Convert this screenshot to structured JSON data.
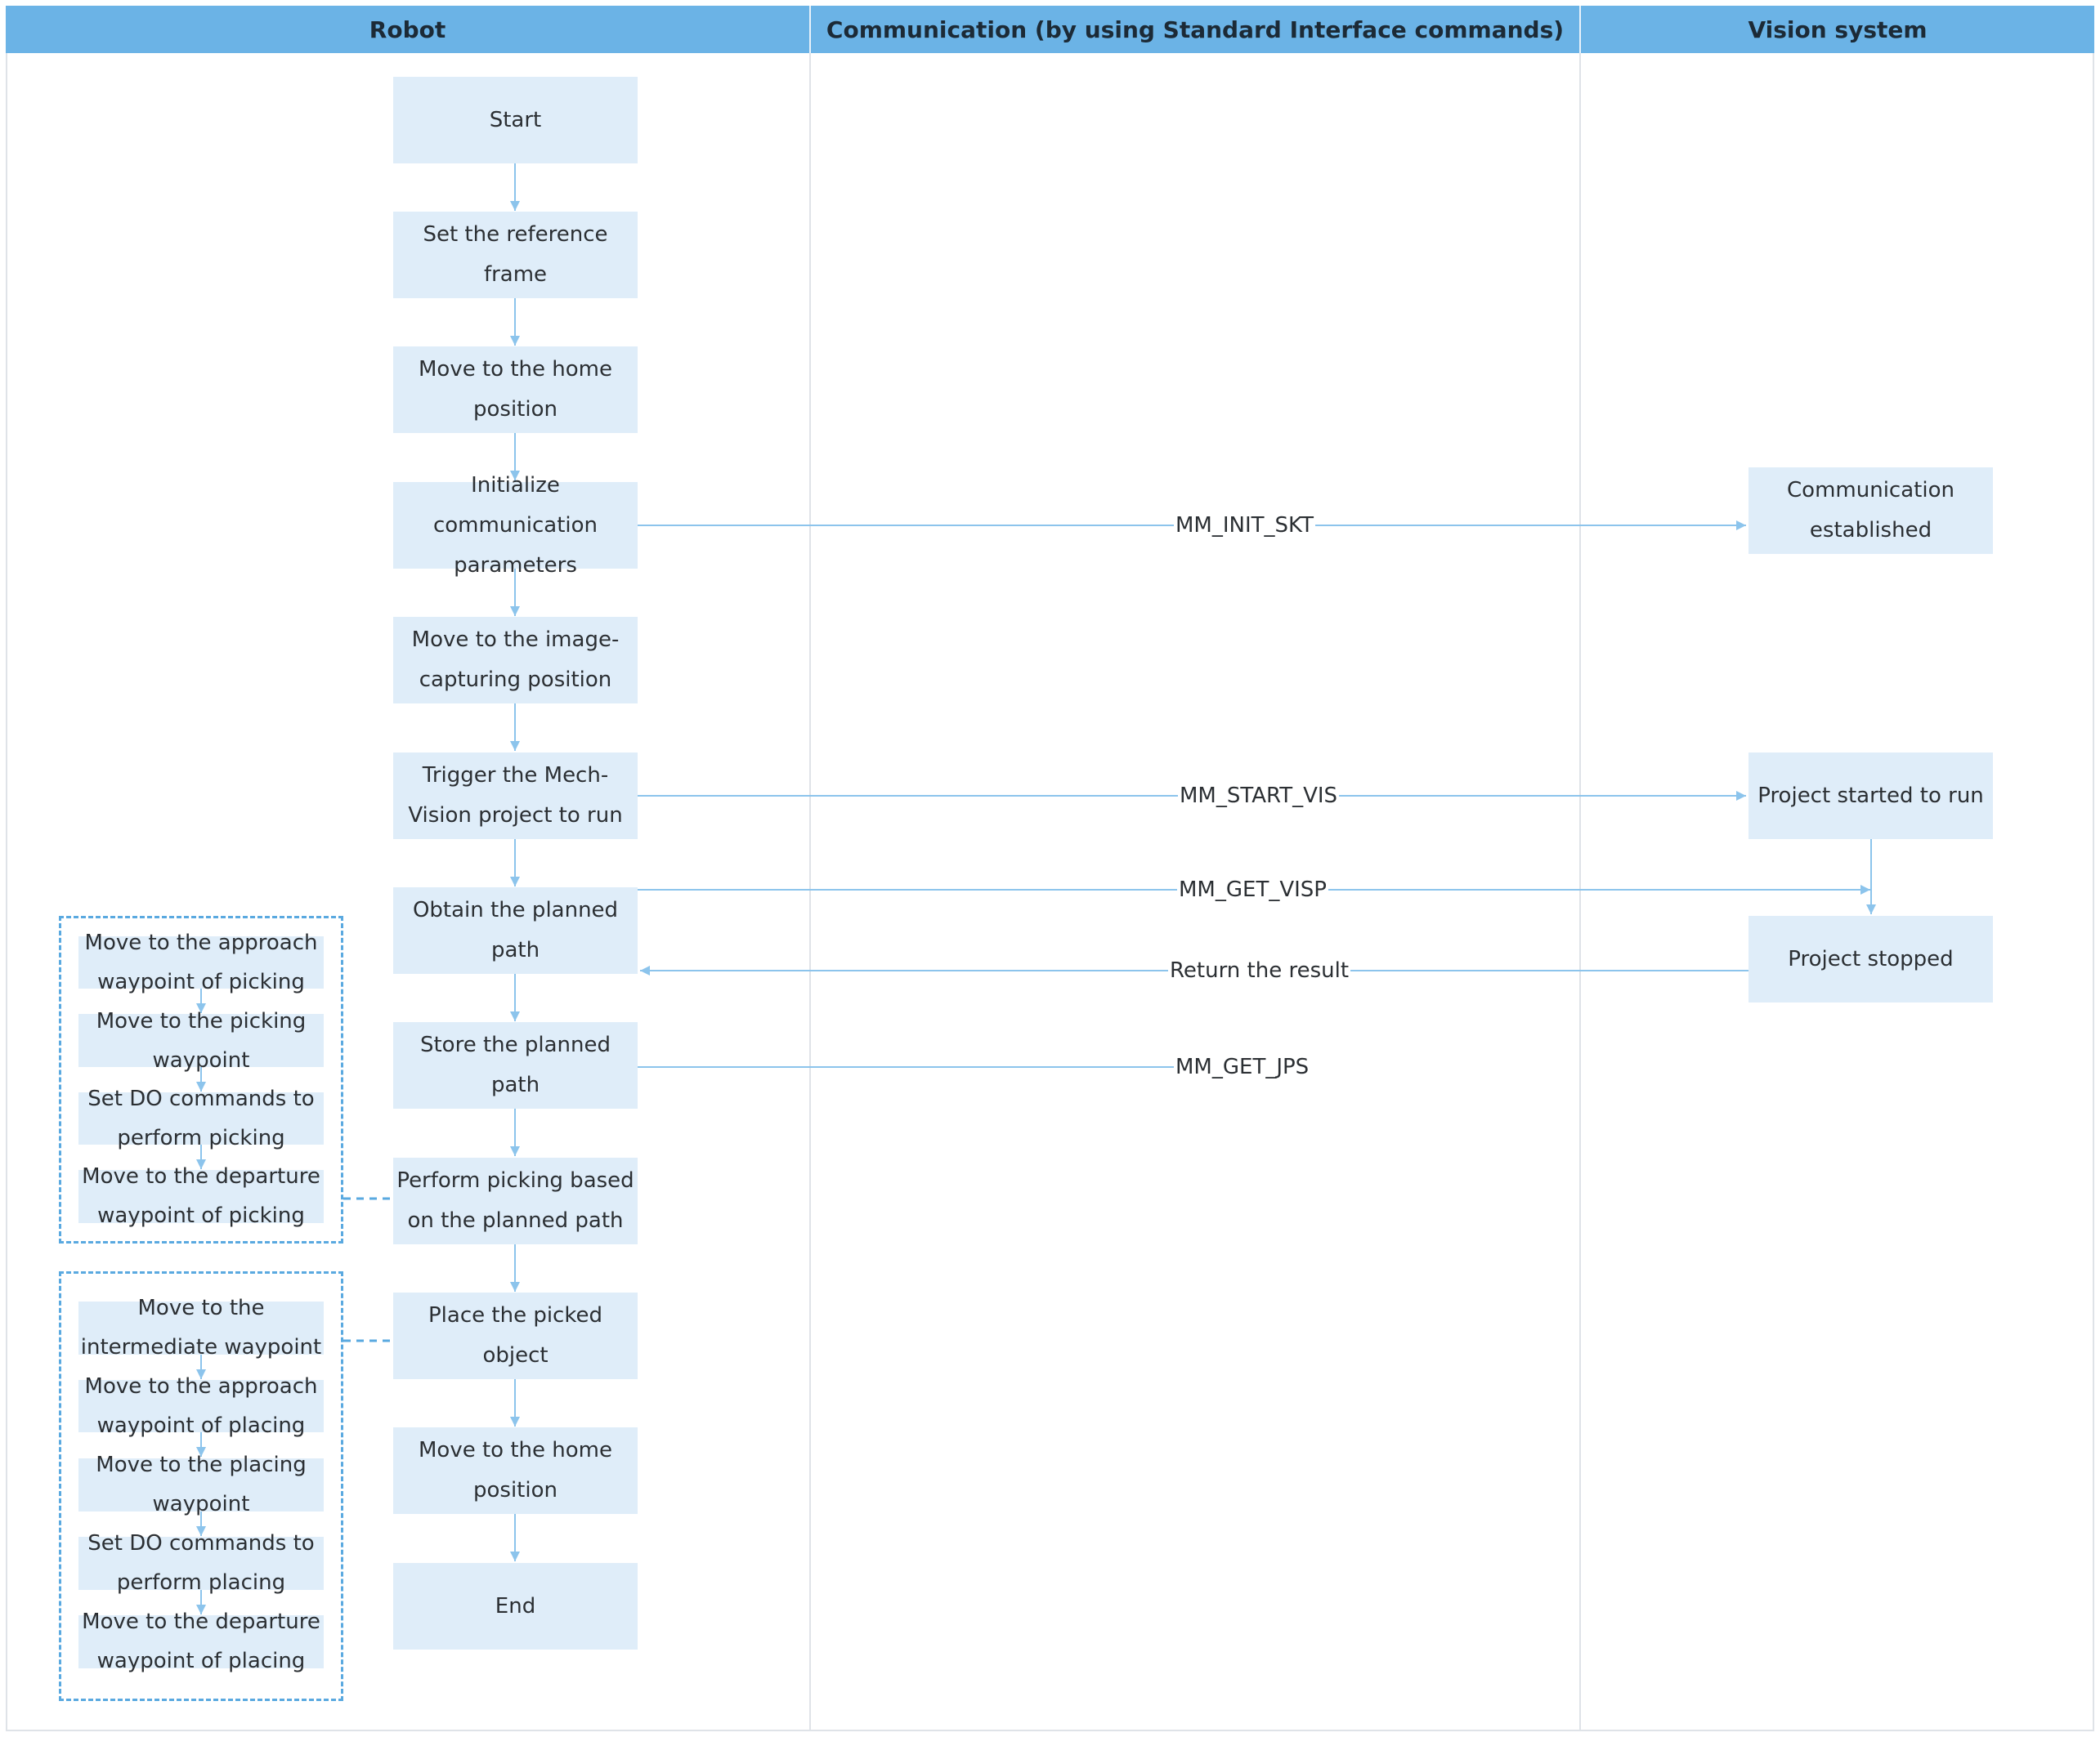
{
  "lanes": {
    "robot": "Robot",
    "communication": "Communication (by using Standard Interface commands)",
    "vision": "Vision system"
  },
  "robot_steps": [
    "Start",
    "Set the reference frame",
    "Move to the home position",
    "Initialize communication parameters",
    "Move to the image-capturing position",
    "Trigger the Mech-Vision project to run",
    "Obtain the planned path",
    "Store the planned path",
    "Perform picking based on the planned path",
    "Place the picked object",
    "Move to the home position",
    "End"
  ],
  "picking_substeps": [
    "Move to the approach waypoint of picking",
    "Move to the picking waypoint",
    "Set DO commands to perform picking",
    "Move to the departure waypoint of picking"
  ],
  "placing_substeps": [
    "Move to the intermediate waypoint",
    "Move to the approach waypoint of placing",
    "Move to the placing waypoint",
    "Set DO commands to perform placing",
    "Move to the departure waypoint of placing"
  ],
  "vision_states": [
    "Communication established",
    "Project started to run",
    "Project stopped"
  ],
  "messages": {
    "init": "MM_INIT_SKT",
    "start": "MM_START_VIS",
    "get_path": "MM_GET_VISP",
    "result": "Return the result",
    "get_jps": "MM_GET_JPS"
  },
  "colors": {
    "header": "#6bb3e6",
    "box": "#dfedf9",
    "connector": "#8cc4ec",
    "dashed_group": "#5aa9e0"
  }
}
